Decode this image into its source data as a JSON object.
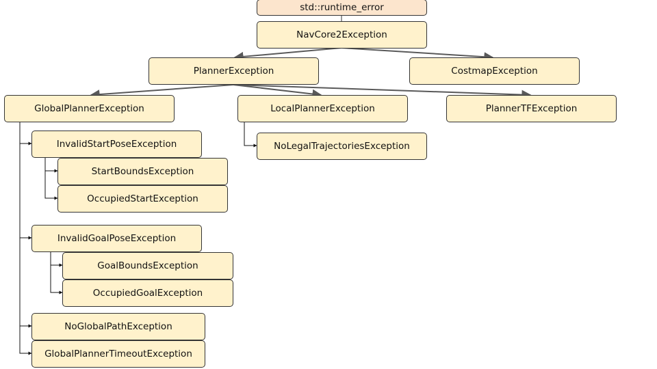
{
  "colors": {
    "root_fill": "#fce5cd",
    "node_fill": "#fff2cc",
    "border": "#333333",
    "arrow_major": "#595959",
    "connector": "#111111"
  },
  "nodes": {
    "runtime_error": "std::runtime_error",
    "navcore2": "NavCore2Exception",
    "planner": "PlannerException",
    "costmap": "CostmapException",
    "global_planner": "GlobalPlannerException",
    "local_planner": "LocalPlannerException",
    "planner_tf": "PlannerTFException",
    "no_legal_traj": "NoLegalTrajectoriesException",
    "invalid_start": "InvalidStartPoseException",
    "start_bounds": "StartBoundsException",
    "occupied_start": "OccupiedStartException",
    "invalid_goal": "InvalidGoalPoseException",
    "goal_bounds": "GoalBoundsException",
    "occupied_goal": "OccupiedGoalException",
    "no_global_path": "NoGlobalPathException",
    "global_timeout": "GlobalPlannerTimeoutException"
  }
}
